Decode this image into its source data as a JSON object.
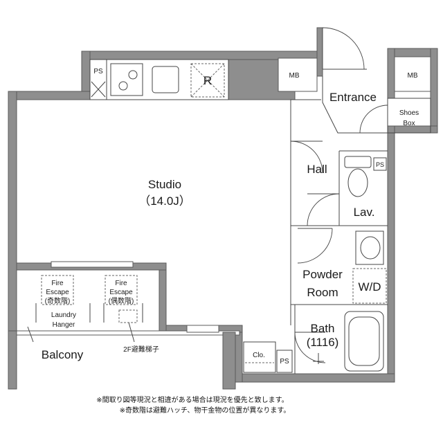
{
  "rooms": {
    "studio": "Studio",
    "studio_size": "（14.0J）",
    "entrance": "Entrance",
    "hall": "Hall",
    "lav": "Lav.",
    "powder_room_1": "Powder",
    "powder_room_2": "Room",
    "wd": "W/D",
    "bath": "Bath",
    "bath_size": "(1116)",
    "balcony": "Balcony"
  },
  "fixtures": {
    "ps_kitchen": "PS",
    "mb_left": "MB",
    "mb_right": "MB",
    "shoes_box_1": "Shoes",
    "shoes_box_2": "Box",
    "ps_toilet": "PS",
    "ps_bottom": "PS",
    "closet": "Clo.",
    "refrigerator": "R"
  },
  "balcony_items": {
    "fire_escape_1_a": "Fire",
    "fire_escape_1_b": "Escape",
    "fire_escape_1_c": "(奇数階)",
    "fire_escape_2_a": "Fire",
    "fire_escape_2_b": "Escape",
    "fire_escape_2_c": "(偶数階)",
    "laundry_1": "Laundry",
    "laundry_2": "Hanger",
    "ladder_2f": "2F避難梯子"
  },
  "notes": [
    "※間取り図等現況と相違がある場合は現況を優先と致します。",
    "※奇数階は避難ハッチ、物干金物の位置が異なります。"
  ]
}
